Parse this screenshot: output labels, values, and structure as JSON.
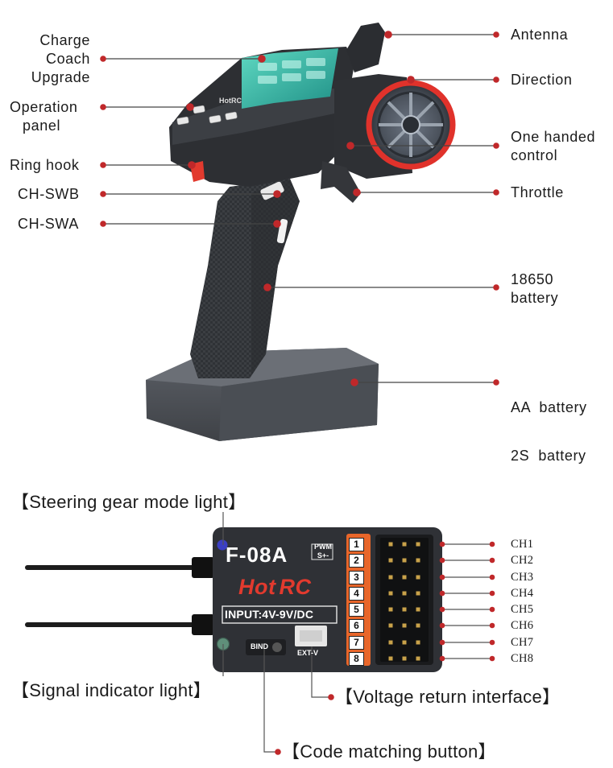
{
  "transmitter": {
    "left_labels": {
      "charge": [
        "Charge",
        "Coach",
        "Upgrade"
      ],
      "operation_panel": [
        "Operation",
        "panel"
      ],
      "ring_hook": "Ring hook",
      "ch_swb": "CH-SWB",
      "ch_swa": "CH-SWA"
    },
    "right_labels": {
      "antenna": "Antenna",
      "direction": "Direction",
      "one_handed": [
        "One handed",
        "control"
      ],
      "throttle": "Throttle",
      "battery_18650": [
        "18650",
        "battery"
      ],
      "aa_battery": [
        "AA  battery",
        "2S  battery"
      ]
    },
    "brand": "HotRC"
  },
  "receiver": {
    "model": "F-08A",
    "pwm": "PWM",
    "pwm_pins": "S+-",
    "brand_hot": "Hot",
    "brand_rc": "RC",
    "input": "INPUT:4V-9V/DC",
    "bind": "BIND",
    "ext_v": "EXT-V",
    "channel_numbers": [
      "1",
      "2",
      "3",
      "4",
      "5",
      "6",
      "7",
      "8"
    ],
    "channels": [
      "CH1",
      "CH2",
      "CH3",
      "CH4",
      "CH5",
      "CH6",
      "CH7",
      "CH8"
    ],
    "labels": {
      "steering_light": "【Steering gear mode light】",
      "signal_light": "【Signal indicator light】",
      "voltage_return": "【Voltage return interface】",
      "code_matching": "【Code matching button】"
    }
  },
  "colors": {
    "callout_dot": "#c0282a",
    "callout_line": "#444444",
    "body_dark": "#2a2c2f",
    "accent_red": "#e23a2e",
    "orange_strip": "#e8662a",
    "screen_teal": "#3bc0a8"
  }
}
